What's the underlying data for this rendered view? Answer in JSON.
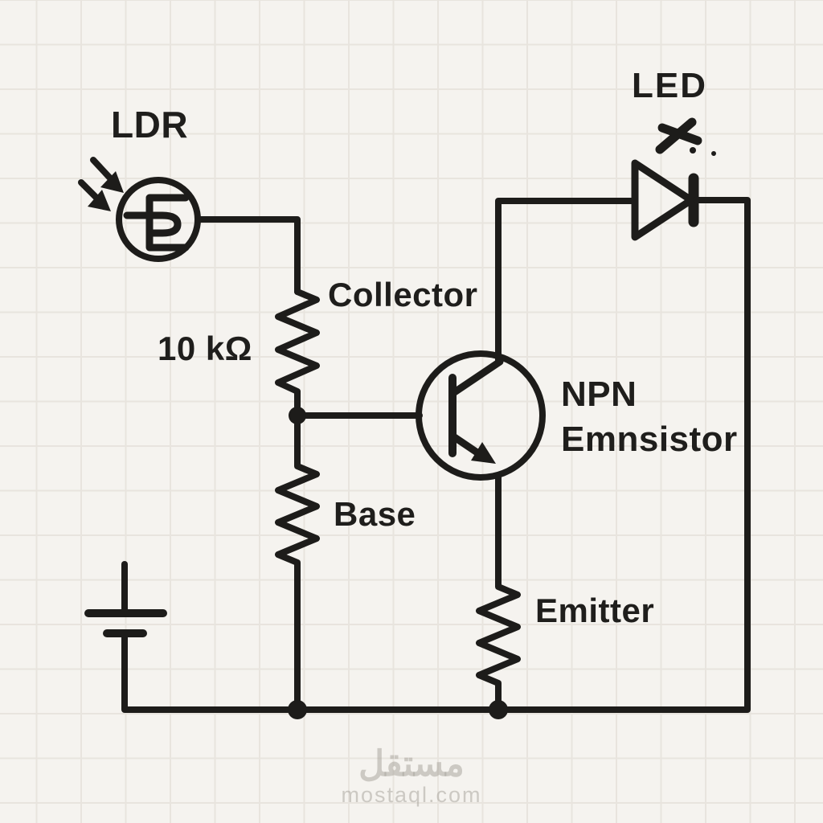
{
  "page": {
    "background_color": "#f5f3ef",
    "grid_color": "#e8e4de",
    "ink_color": "#1d1c1a",
    "style": "hand-drawn circuit schematic on squared paper"
  },
  "labels": {
    "ldr": "LDR",
    "led": "LED",
    "collector": "Collector",
    "resistor_value": "10 kΩ",
    "transistor_line1": "NPN",
    "transistor_line2": "Emnsistor",
    "base": "Base",
    "emitter": "Emitter"
  },
  "watermark": {
    "arabic": "مستقل",
    "domain": "mostaql.com"
  },
  "components": [
    {
      "id": "ldr",
      "type": "photoresistor",
      "label": "LDR",
      "note": "circle with meander symbol, two incoming light arrows"
    },
    {
      "id": "r1",
      "type": "resistor",
      "value": "10 kΩ",
      "position": "between LDR node and base node"
    },
    {
      "id": "r2",
      "type": "resistor",
      "label": "Base",
      "position": "base node to ground rail"
    },
    {
      "id": "q1",
      "type": "npn-transistor",
      "label": "NPN Emnsistor",
      "terminals": [
        "Collector",
        "Base",
        "Emitter"
      ]
    },
    {
      "id": "r3",
      "type": "resistor",
      "label": "Emitter",
      "position": "emitter to ground rail"
    },
    {
      "id": "d1",
      "type": "led",
      "label": "LED",
      "position": "top rail, anode left"
    },
    {
      "id": "bt1",
      "type": "battery-cell",
      "position": "bottom left"
    }
  ]
}
